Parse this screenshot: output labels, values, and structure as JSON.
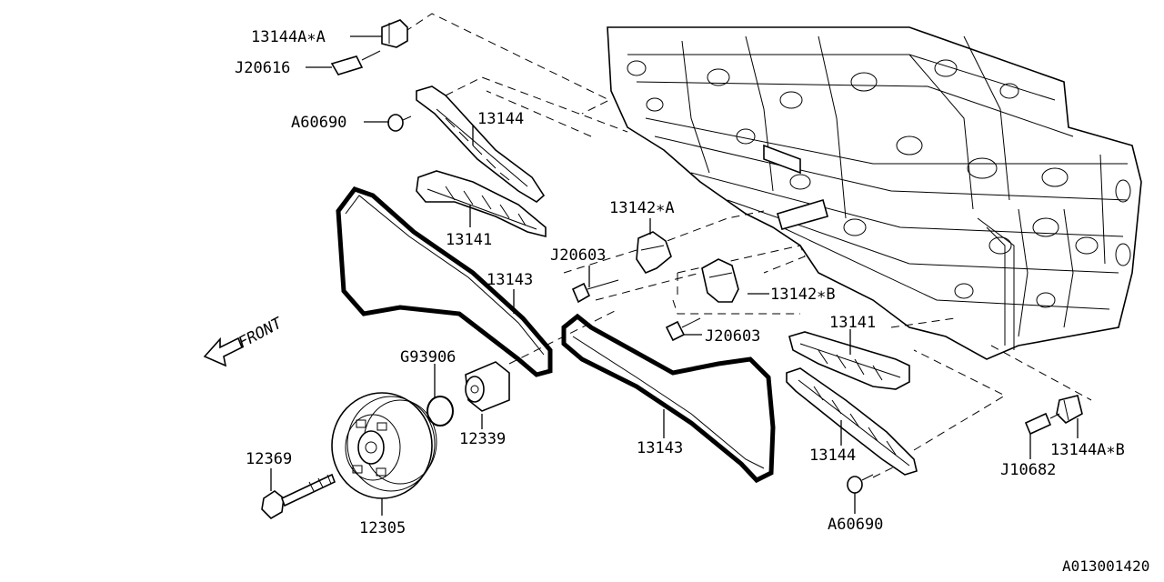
{
  "diagram": {
    "code": "A013001420",
    "direction_label": "FRONT",
    "labels": {
      "sensor_a": "13144A∗A",
      "screw_upper": "J20616",
      "pin_upper": "A60690",
      "guide_upper": "13144",
      "guide_left": "13141",
      "chain_left": "13143",
      "tensioner_a": "13142∗A",
      "bolt_a": "J20603",
      "tensioner_b": "13142∗B",
      "bolt_b": "J20603",
      "guide_right": "13141",
      "oring": "G93906",
      "idler": "12339",
      "chain_right": "13143",
      "guide_lower": "13144",
      "pin_lower": "A60690",
      "sensor_b": "13144A∗B",
      "screw_lower": "J10682",
      "crank_bolt": "12369",
      "pulley": "12305"
    }
  }
}
